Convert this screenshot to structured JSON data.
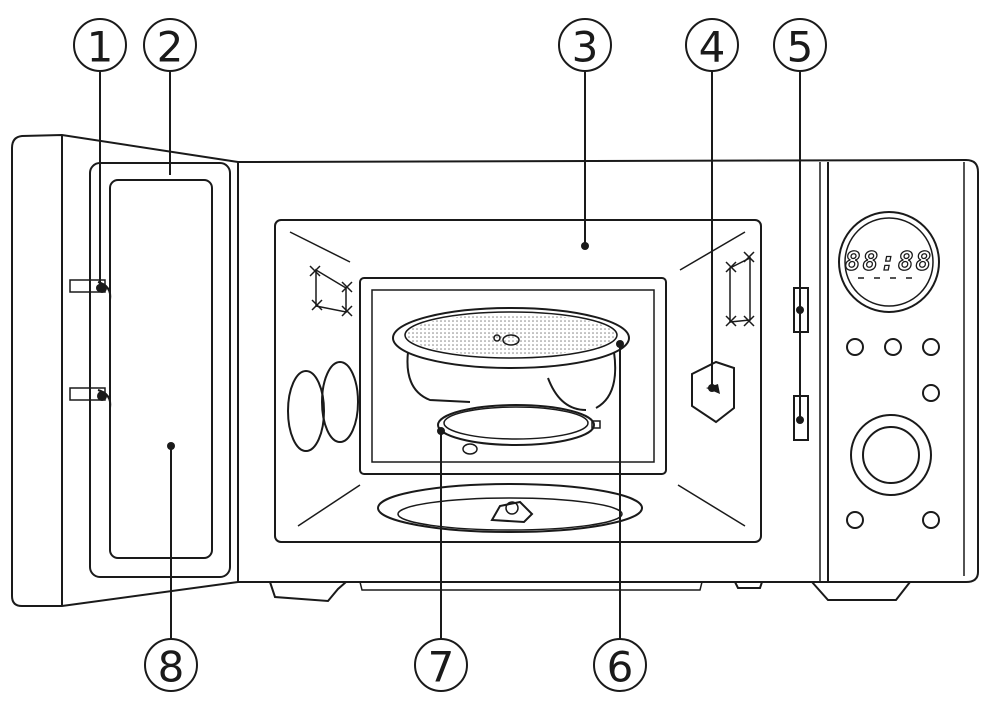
{
  "figure": {
    "display": {
      "text": "88:88"
    },
    "callouts": [
      {
        "id": "c1",
        "label": "1"
      },
      {
        "id": "c2",
        "label": "2"
      },
      {
        "id": "c3",
        "label": "3"
      },
      {
        "id": "c4",
        "label": "4"
      },
      {
        "id": "c5",
        "label": "5"
      },
      {
        "id": "c6",
        "label": "6"
      },
      {
        "id": "c7",
        "label": "7"
      },
      {
        "id": "c8",
        "label": "8"
      }
    ]
  },
  "colors": {
    "line": "#1a1a1a",
    "background": "#ffffff"
  }
}
